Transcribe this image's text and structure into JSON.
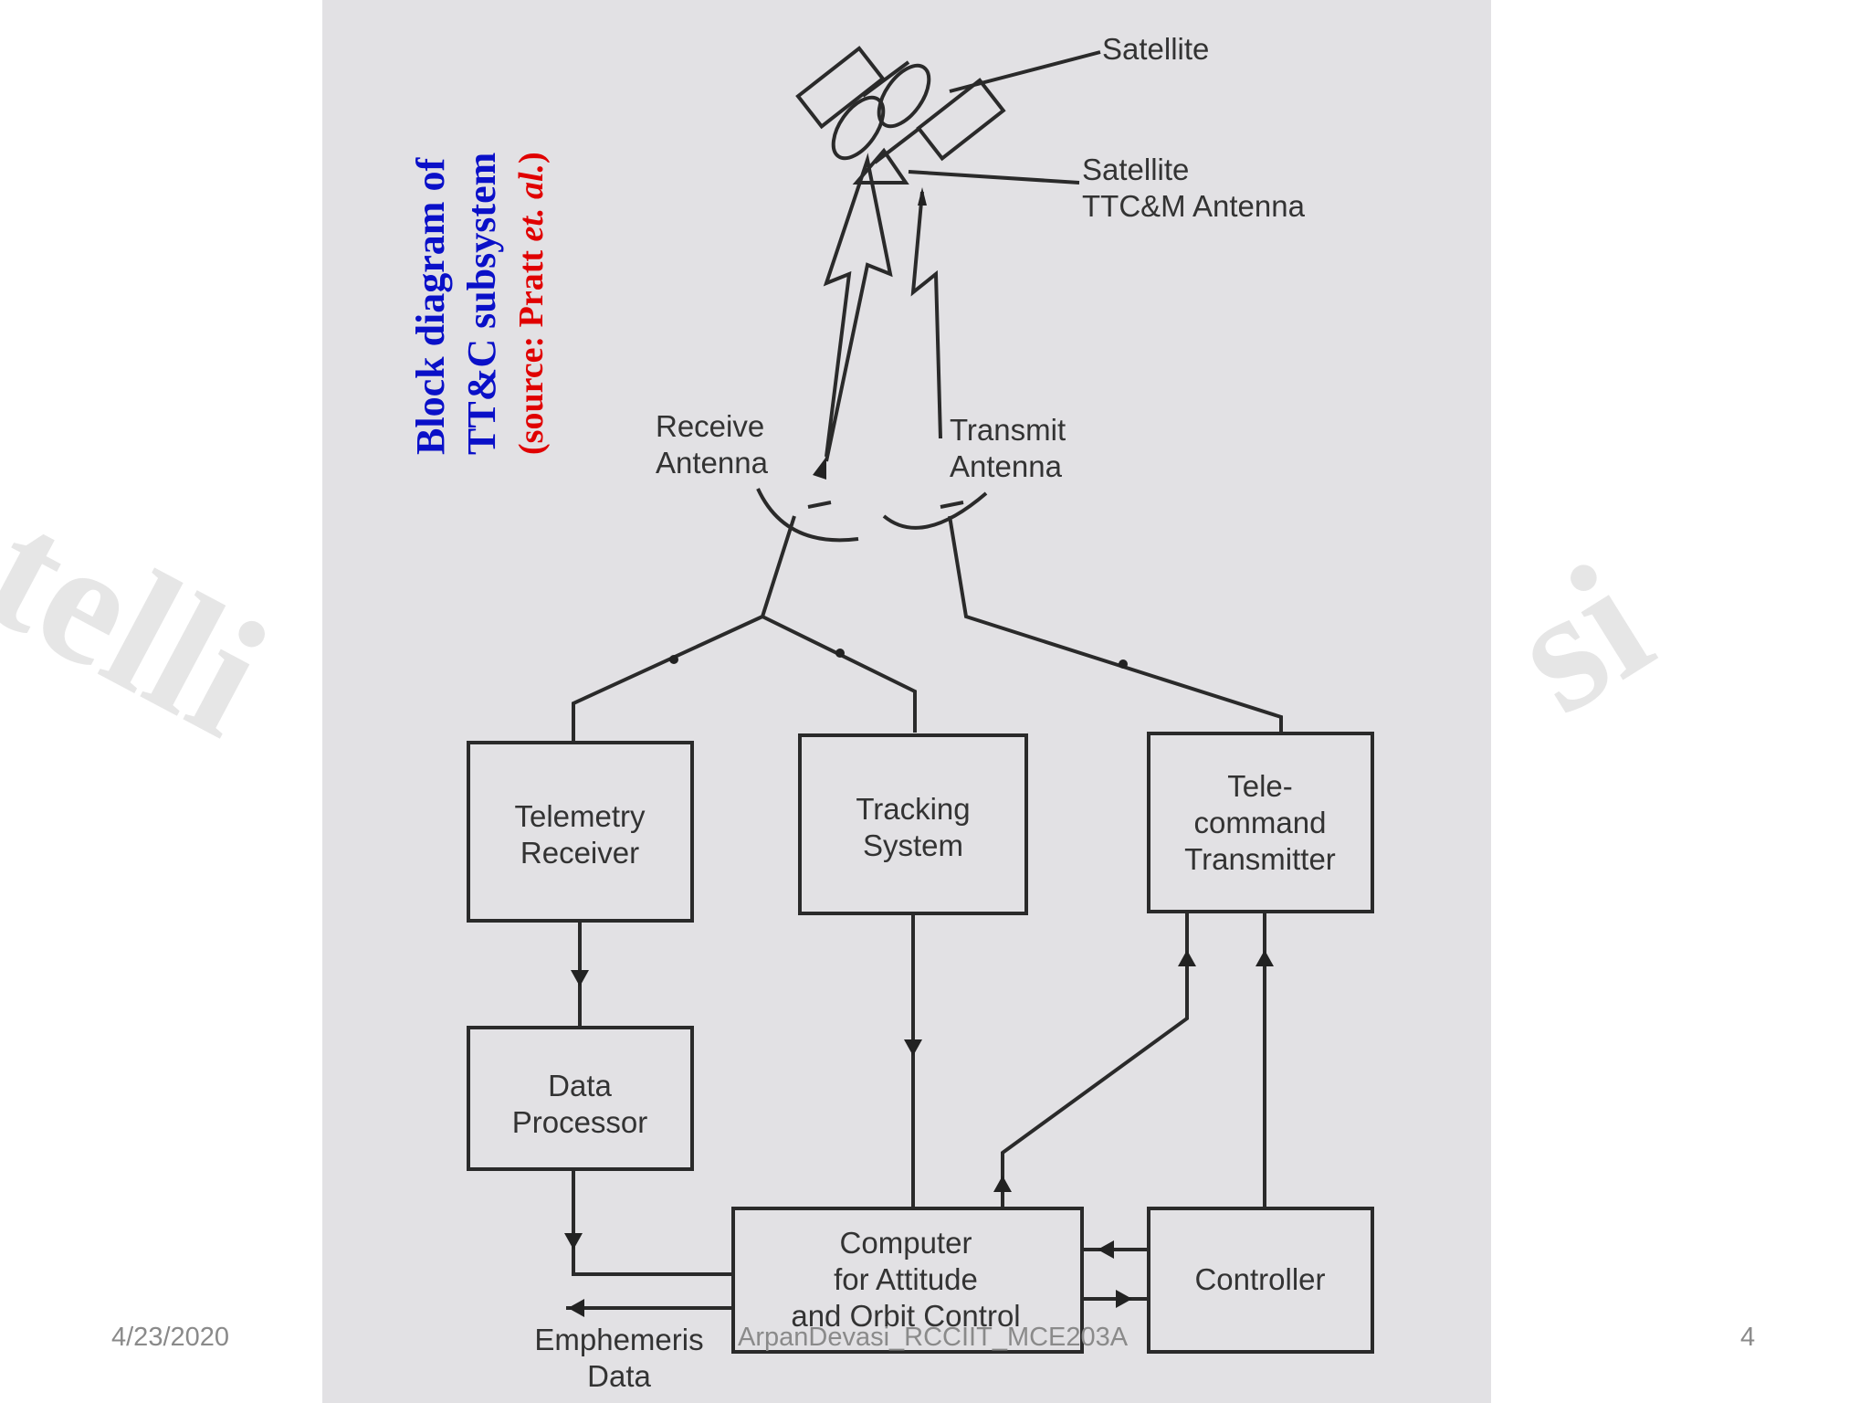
{
  "watermark": {
    "left": "atelli",
    "right": "si"
  },
  "caption": {
    "line1": "Block diagram of",
    "line2": "TT&C subsystem",
    "line3_open": "(",
    "line3_source": "source: Pratt ",
    "line3_etal": "et. al.",
    "line3_close": ")",
    "colors": {
      "title": "#0a10c8",
      "source": "#e00000"
    }
  },
  "diagram": {
    "satellite": "Satellite",
    "sat_antenna": [
      "Satellite",
      "TTC&M Antenna"
    ],
    "receive_antenna": [
      "Receive",
      "Antenna"
    ],
    "transmit_antenna": [
      "Transmit",
      "Antenna"
    ],
    "telemetry_receiver": [
      "Telemetry",
      "Receiver"
    ],
    "tracking_system": [
      "Tracking",
      "System"
    ],
    "telecommand_transmitter": [
      "Tele-",
      "command",
      "Transmitter"
    ],
    "data_processor": [
      "Data",
      "Processor"
    ],
    "computer": [
      "Computer",
      "for Attitude",
      "and Orbit Control"
    ],
    "controller": "Controller",
    "ephemeris": [
      "Emphemeris",
      "Data"
    ]
  },
  "footer": {
    "date": "4/23/2020",
    "center": "ArpanDevasi_RCCIIT_MCE203A",
    "page": "4"
  }
}
